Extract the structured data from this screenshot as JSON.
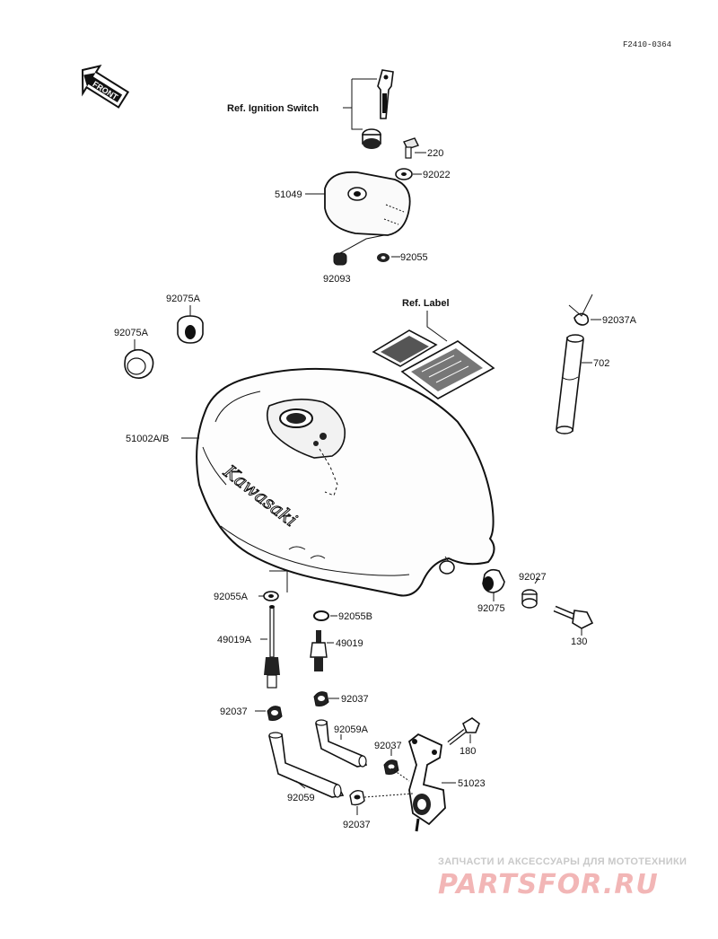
{
  "diagram_code": "F2410-0364",
  "front_label": "FRONT",
  "refs": {
    "ignition_switch": "Ref. Ignition Switch",
    "label": "Ref. Label"
  },
  "tank_logo": "Kawasaki",
  "parts": {
    "p220": "220",
    "p92022": "92022",
    "p51049": "51049",
    "p92093": "92093",
    "p92055": "92055",
    "p92075A_top": "92075A",
    "p92075A_left": "92075A",
    "p92037A": "92037A",
    "p702": "702",
    "p51002AB": "51002A/B",
    "p92027": "92027",
    "p92075": "92075",
    "p130": "130",
    "p92055A": "92055A",
    "p92055B": "92055B",
    "p49019A": "49019A",
    "p49019": "49019",
    "p92037_left": "92037",
    "p92037_mid": "92037",
    "p92059A": "92059A",
    "p92037_valve": "92037",
    "p180": "180",
    "p51023": "51023",
    "p92059": "92059",
    "p92037_bottom": "92037"
  },
  "watermark": {
    "tagline": "ЗАПЧАСТИ И АКСЕССУАРЫ ДЛЯ МОТОТЕХНИКИ",
    "brand": "PARTSFOR.RU"
  }
}
